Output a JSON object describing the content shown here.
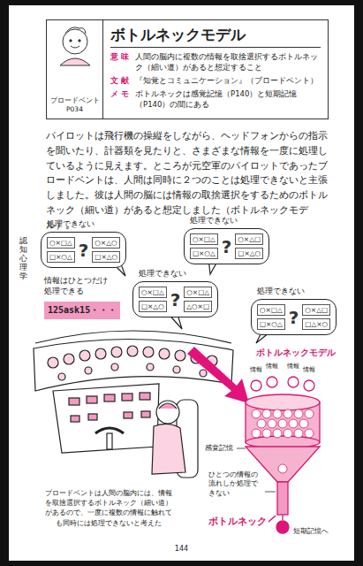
{
  "diagram": {
    "title": "ボトルネックモデル",
    "nodes": [
      {
        "text": [
          "ブロードベント",
          "P034"
        ]
      },
      {
        "text": [
          "情報はひとつだけ処理できる",
          "125ask15・・・"
        ]
      },
      {
        "text": [
          "処理できない",
          "○×□△",
          "□×○△",
          "?",
          "○×△○",
          "□×△○"
        ]
      },
      {
        "text": [
          "処理できない",
          "○×□△",
          "□×△○",
          "?",
          "○×□△",
          "△○×□"
        ]
      },
      {
        "text": [
          "処理できない",
          "○×□△",
          "□×○△",
          "?",
          "○×△□",
          "□×△○"
        ]
      },
      {
        "text": [
          "処理できない",
          "○×□△",
          "□×○△",
          "?",
          "○×△□",
          "□△×○"
        ]
      }
    ],
    "labels": [
      "意 味",
      "人間の脳内に複数の情報を取捨選択するボトルネック（細い道）があると想定すること",
      "文 献",
      "『知覚とコミュニケーション』（ブロードベント）",
      "メ モ",
      "ボトルネックは感覚記憶（P140）と短期記憶（P140）の間にある",
      "パイロットは飛行機の操縦をしながら、ヘッドフォンからの指示を聞いたり、計器類を見たりと、さまざまな情報を一度に処理しているように見えます。ところが元空軍のパイロットであったブロードベントは、人間は同時に２つのことは処理できないと主張しました。彼は人間の脳には情報の取捨選択をするためのボトルネック（細い道）があると想定しました（ボトルネックモデル）。",
      "認知心理学",
      "ボトルネックモデル",
      "情報",
      "情報",
      "情報",
      "情報",
      "感覚記憶",
      "ひとつの情報の流れしか処理できない",
      "ボトルネック",
      "短期記憶へ",
      "ブロードベントは人間の脳内には、情報を取捨選択するボトルネック（細い道）があるので、一度に複数の情報に触れても同時には処理できないと考えた",
      "144"
    ]
  }
}
